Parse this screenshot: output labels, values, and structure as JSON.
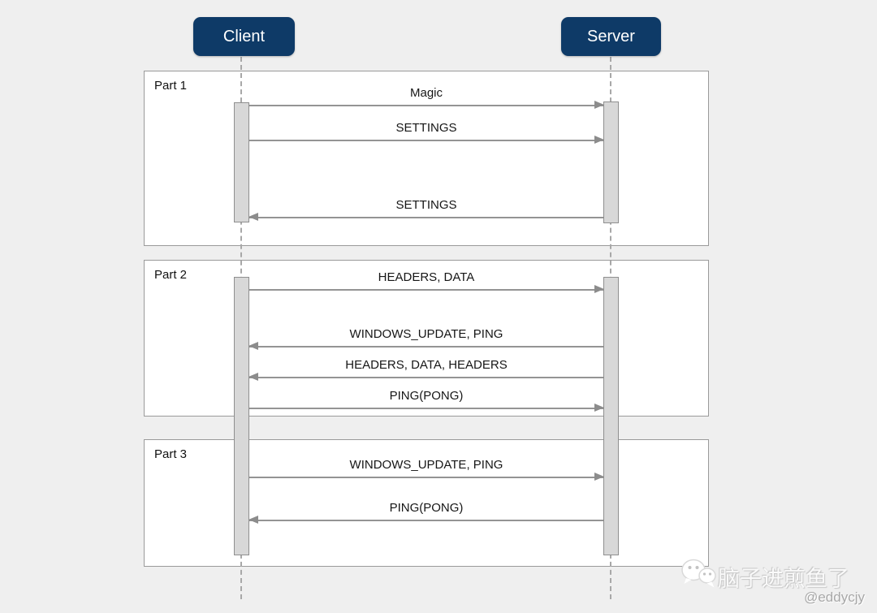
{
  "actors": {
    "client": "Client",
    "server": "Server"
  },
  "parts": [
    {
      "label": "Part 1",
      "messages": [
        {
          "label": "Magic",
          "from": "client",
          "to": "server"
        },
        {
          "label": "SETTINGS",
          "from": "client",
          "to": "server"
        },
        {
          "label": "SETTINGS",
          "from": "server",
          "to": "client"
        }
      ]
    },
    {
      "label": "Part 2",
      "messages": [
        {
          "label": "HEADERS, DATA",
          "from": "client",
          "to": "server"
        },
        {
          "label": "WINDOWS_UPDATE, PING",
          "from": "server",
          "to": "client"
        },
        {
          "label": "HEADERS, DATA, HEADERS",
          "from": "server",
          "to": "client"
        },
        {
          "label": "PING(PONG)",
          "from": "client",
          "to": "server"
        }
      ]
    },
    {
      "label": "Part 3",
      "messages": [
        {
          "label": "WINDOWS_UPDATE, PING",
          "from": "client",
          "to": "server"
        },
        {
          "label": "PING(PONG)",
          "from": "server",
          "to": "client"
        }
      ]
    }
  ],
  "watermark": {
    "brand": "脑子进煎鱼了",
    "handle": "@eddycjy",
    "icon": "wechat-logo-icon"
  },
  "colors": {
    "background": "#efefef",
    "actor_fill": "#0e3a67",
    "actor_text": "#ffffff",
    "frame_fill": "#ffffff",
    "frame_border": "#9a9a9a",
    "line_gray": "#8c8c8c",
    "activation_fill": "#d8d8d8"
  }
}
